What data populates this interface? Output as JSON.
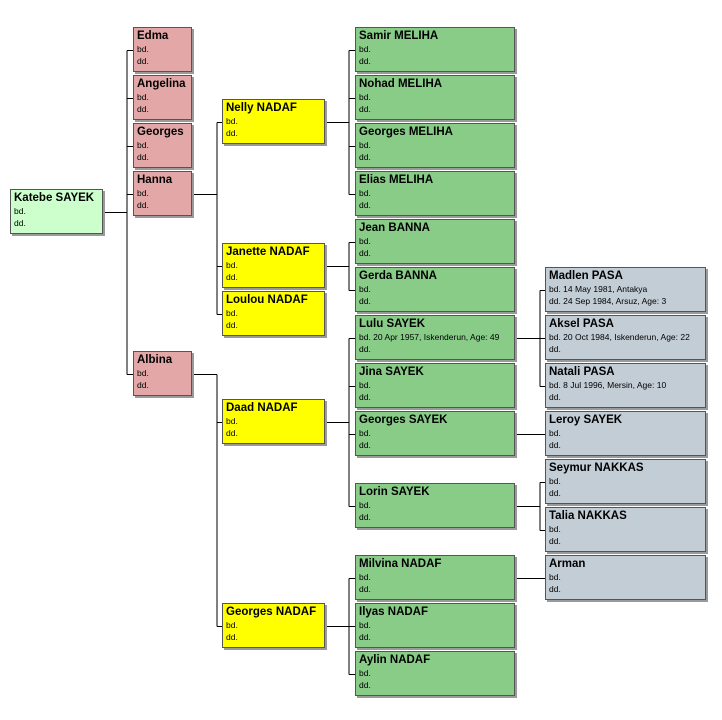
{
  "colors": {
    "root": "#ccffcc",
    "gen1": "#e3a7a7",
    "gen2": "#ffff00",
    "gen3": "#88cc88",
    "gen4": "#c3cdd6",
    "line": "#000000"
  },
  "people": {
    "katebe": {
      "name": "Katebe SAYEK",
      "bd": "bd.",
      "dd": "dd."
    },
    "edma": {
      "name": "Edma",
      "bd": "bd.",
      "dd": "dd."
    },
    "angelina": {
      "name": "Angelina",
      "bd": "bd.",
      "dd": "dd."
    },
    "georges1": {
      "name": "Georges",
      "bd": "bd.",
      "dd": "dd."
    },
    "hanna": {
      "name": "Hanna",
      "bd": "bd.",
      "dd": "dd."
    },
    "albina": {
      "name": "Albina",
      "bd": "bd.",
      "dd": "dd."
    },
    "nelly": {
      "name": "Nelly NADAF",
      "bd": "bd.",
      "dd": "dd."
    },
    "janette": {
      "name": "Janette NADAF",
      "bd": "bd.",
      "dd": "dd."
    },
    "loulou": {
      "name": "Loulou NADAF",
      "bd": "bd.",
      "dd": "dd."
    },
    "daad": {
      "name": "Daad NADAF",
      "bd": "bd.",
      "dd": "dd."
    },
    "georgesnadaf": {
      "name": "Georges NADAF",
      "bd": "bd.",
      "dd": "dd."
    },
    "samir": {
      "name": "Samir MELIHA",
      "bd": "bd.",
      "dd": "dd."
    },
    "nohad": {
      "name": "Nohad MELIHA",
      "bd": "bd.",
      "dd": "dd."
    },
    "georgesmeliha": {
      "name": "Georges MELIHA",
      "bd": "bd.",
      "dd": "dd."
    },
    "elias": {
      "name": "Elias MELIHA",
      "bd": "bd.",
      "dd": "dd."
    },
    "jean": {
      "name": "Jean BANNA",
      "bd": "bd.",
      "dd": "dd."
    },
    "gerda": {
      "name": "Gerda BANNA",
      "bd": "bd.",
      "dd": "dd."
    },
    "lulu": {
      "name": "Lulu SAYEK",
      "bd": "bd. 20 Apr 1957, Iskenderun, Age: 49",
      "dd": "dd."
    },
    "jina": {
      "name": "Jina SAYEK",
      "bd": "bd.",
      "dd": "dd."
    },
    "georgessayek": {
      "name": "Georges SAYEK",
      "bd": "bd.",
      "dd": "dd."
    },
    "lorin": {
      "name": "Lorin SAYEK",
      "bd": "bd.",
      "dd": "dd."
    },
    "milvina": {
      "name": "Milvina NADAF",
      "bd": "bd.",
      "dd": "dd."
    },
    "ilyas": {
      "name": "Ilyas NADAF",
      "bd": "bd.",
      "dd": "dd."
    },
    "aylin": {
      "name": "Aylin NADAF",
      "bd": "bd.",
      "dd": "dd."
    },
    "madlen": {
      "name": "Madlen PASA",
      "bd": "bd. 14 May 1981, Antakya",
      "dd": "dd. 24 Sep 1984, Arsuz, Age: 3"
    },
    "aksel": {
      "name": "Aksel PASA",
      "bd": "bd. 20 Oct 1984, Iskenderun, Age: 22",
      "dd": "dd."
    },
    "natali": {
      "name": "Natali PASA",
      "bd": "bd. 8 Jul 1996, Mersin, Age: 10",
      "dd": "dd."
    },
    "leroy": {
      "name": "Leroy SAYEK",
      "bd": "bd.",
      "dd": "dd."
    },
    "seymur": {
      "name": "Seymur NAKKAS",
      "bd": "bd.",
      "dd": "dd."
    },
    "talia": {
      "name": "Talia NAKKAS",
      "bd": "bd.",
      "dd": "dd."
    },
    "arman": {
      "name": "Arman",
      "bd": "bd.",
      "dd": "dd."
    }
  }
}
